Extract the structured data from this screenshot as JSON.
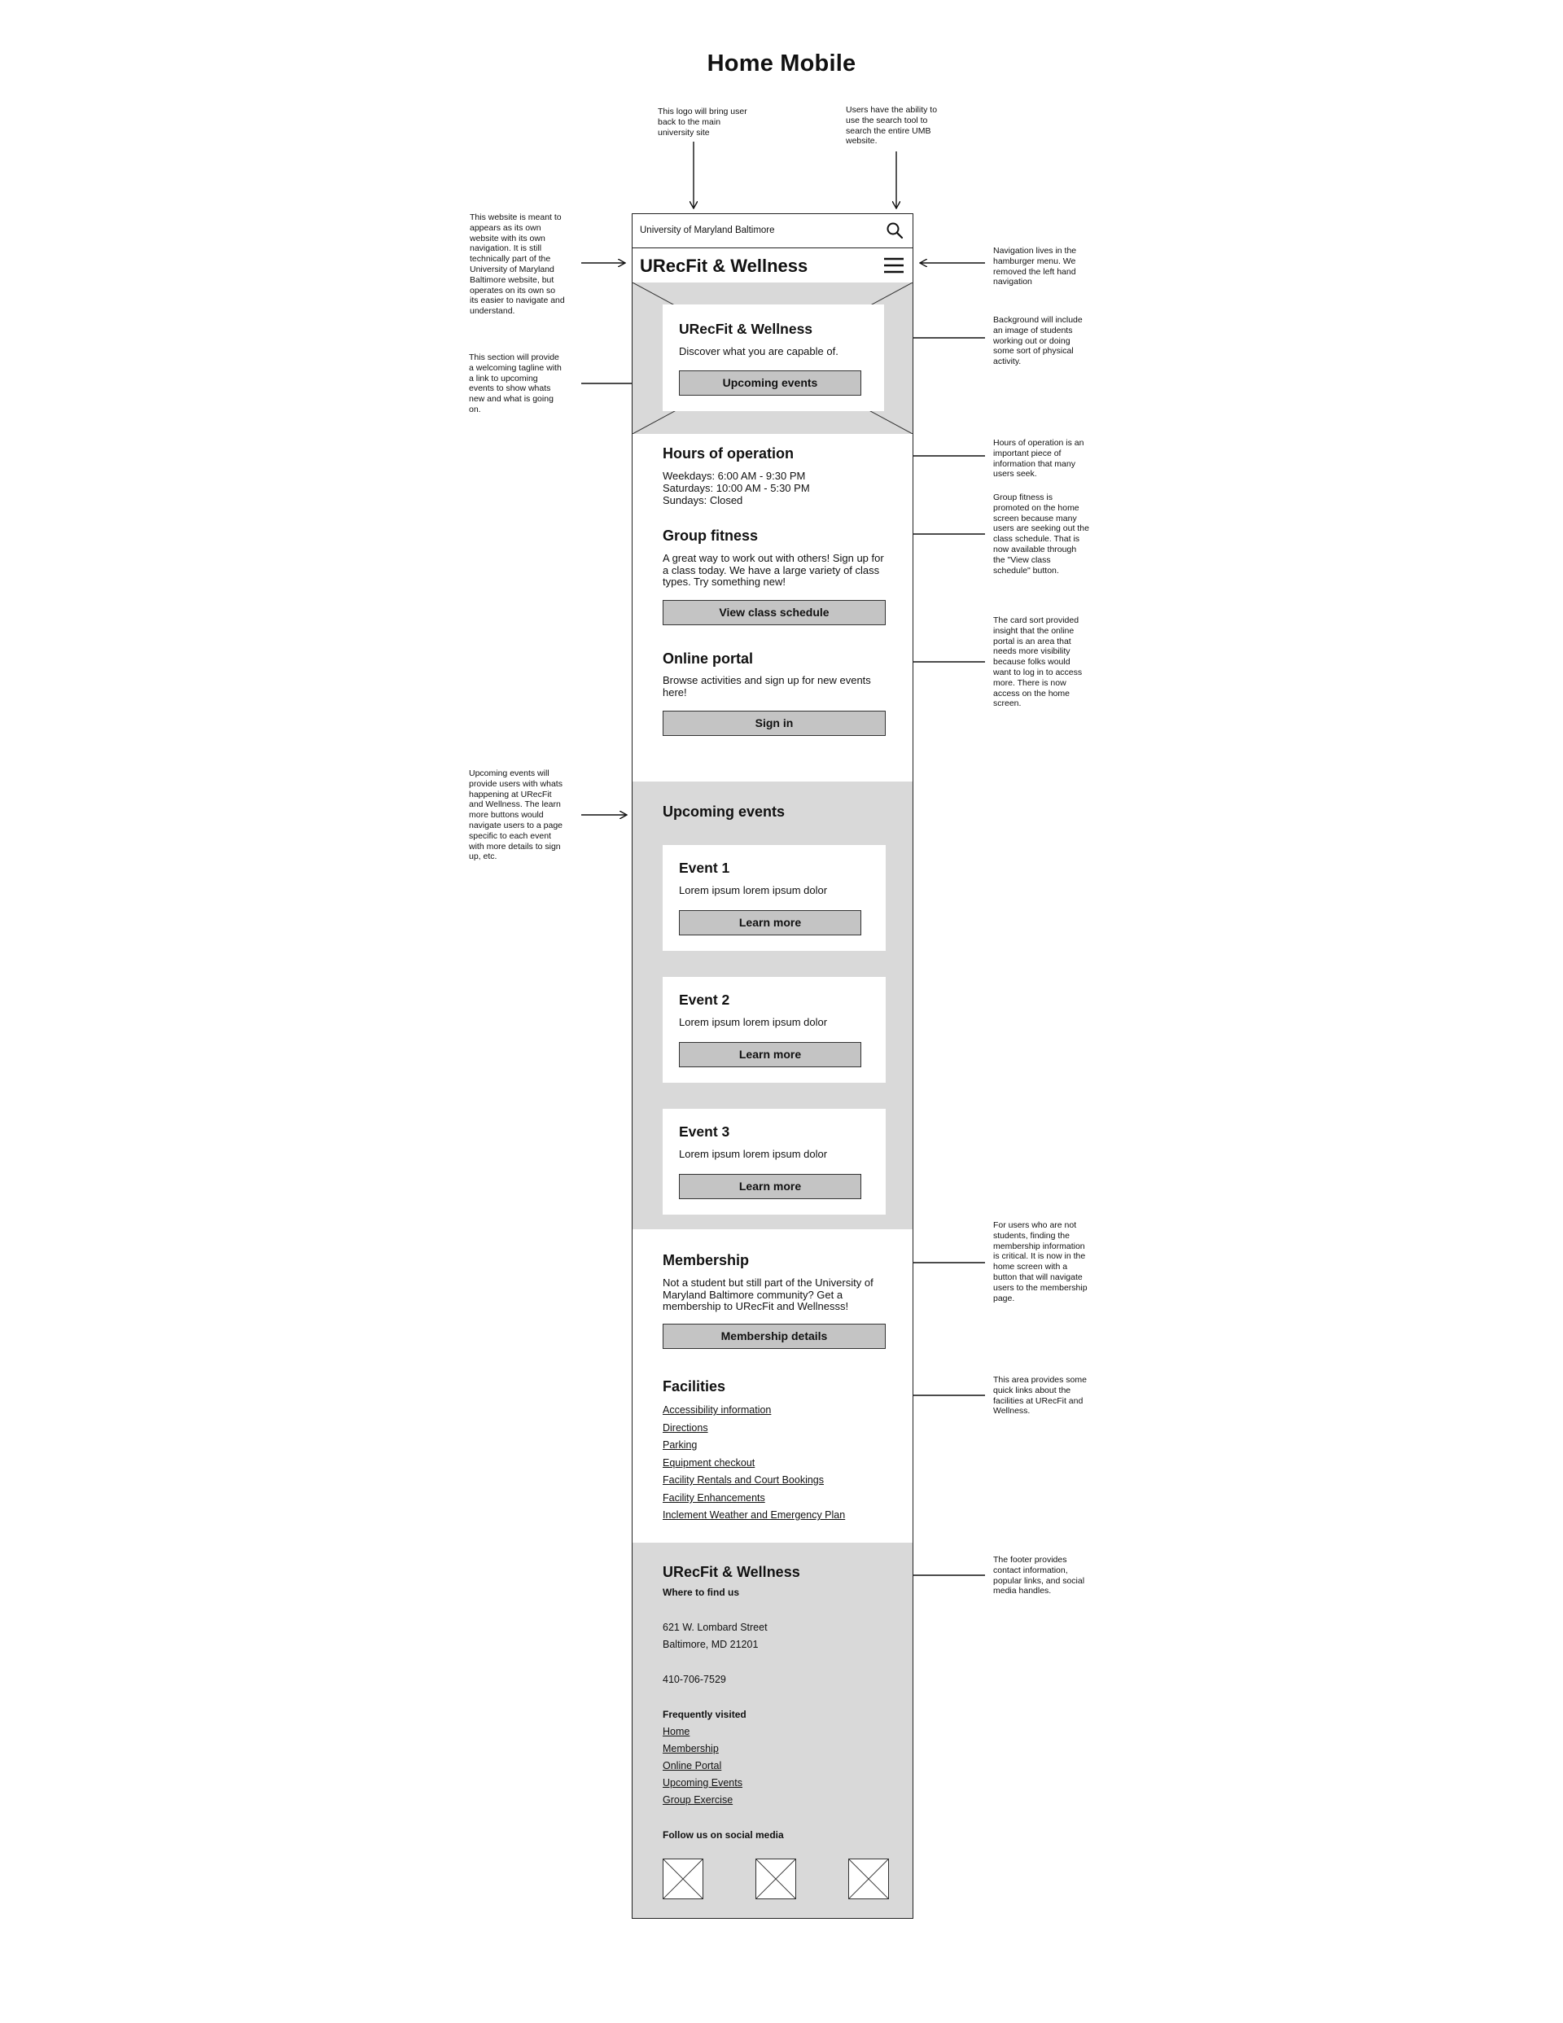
{
  "page_title": "Home Mobile",
  "annotations": {
    "logo": "This logo will bring user\nback to the main\nuniversity site",
    "search": "Users have the ability to\nuse the search tool to\nsearch the entire UMB\nwebsite.",
    "website": "This website is meant to\nappears as its own\nwebsite with its own\nnavigation. It is still\ntechnically part of the\nUniversity of Maryland\nBaltimore website, but\noperates on its own so\nits easier to navigate and\nunderstand.",
    "navigation": "Navigation lives in the\nhamburger menu. We\nremoved the left hand\nnavigation",
    "background": "Background will include\nan image of students\nworking out or doing\nsome sort of physical\nactivity.",
    "tagline": "This section will provide\na welcoming tagline with\na link to upcoming\nevents to show whats\nnew and what is going\non.",
    "hours": "Hours of operation is an\nimportant piece of\ninformation that many\nusers seek.",
    "group_fitness": "Group fitness is\npromoted on the home\nscreen because many\nusers are seeking out the\nclass schedule. That is\nnow available through\nthe \"View class\nschedule\" button.",
    "portal": "The card sort provided\ninsight that the online\nportal is an area that\nneeds more visibility\nbecause folks would\nwant to log in to access\nmore. There is now\naccess on the home\nscreen.",
    "events": "Upcoming events will\nprovide users with whats\nhappening at URecFit\nand Wellness. The learn\nmore buttons would\nnavigate users to a page\nspecific to each event\nwith more details to sign\nup, etc.",
    "membership": "For users who are not\nstudents, finding the\nmembership information\nis critical. It is now in the\nhome screen with a\nbutton that will navigate\nusers to the membership\npage.",
    "facilities": "This area provides some\nquick links about the\nfacilities at URecFit and\nWellness.",
    "footer": "The footer provides\ncontact information,\npopular links, and social\nmedia handles."
  },
  "phone": {
    "university": "University of Maryland Baltimore",
    "brand": "URecFit & Wellness",
    "icons": {
      "search": "search-icon",
      "menu": "hamburger-menu-icon"
    },
    "hero": {
      "title": "URecFit & Wellness",
      "tagline": "Discover what you are capable of.",
      "button": "Upcoming events"
    },
    "hours": {
      "title": "Hours of operation",
      "weekdays": "Weekdays: 6:00 AM - 9:30 PM",
      "saturdays": "Saturdays: 10:00 AM - 5:30 PM",
      "sundays": "Sundays: Closed"
    },
    "group_fitness": {
      "title": "Group fitness",
      "text": "A great way to work out with others! Sign up for a class today. We have a large variety of class types. Try something new!",
      "button": "View class schedule"
    },
    "portal": {
      "title": "Online portal",
      "text": "Browse activities and sign up for new events here!",
      "button": "Sign in"
    },
    "events": {
      "title": "Upcoming events",
      "items": [
        {
          "title": "Event 1",
          "text": "Lorem ipsum lorem ipsum dolor",
          "button": "Learn more"
        },
        {
          "title": "Event 2",
          "text": "Lorem ipsum lorem ipsum dolor",
          "button": "Learn more"
        },
        {
          "title": "Event 3",
          "text": "Lorem ipsum lorem ipsum dolor",
          "button": "Learn more"
        }
      ]
    },
    "membership": {
      "title": "Membership",
      "text": "Not a student but still part of the University of Maryland Baltimore community? Get a membership to URecFit and Wellnesss!",
      "button": "Membership details"
    },
    "facilities": {
      "title": "Facilities",
      "links": [
        "Accessibility information",
        "Directions",
        "Parking",
        "Equipment checkout",
        "Facility Rentals and Court Bookings",
        "Facility Enhancements",
        "Inclement Weather and Emergency Plan"
      ]
    },
    "footer": {
      "title": "URecFit & Wellness",
      "where": "Where to find us",
      "address1": "621 W. Lombard Street",
      "address2": "Baltimore, MD 21201",
      "phone": "410-706-7529",
      "frequent": "Frequently visited",
      "links": [
        "Home",
        "Membership",
        "Online Portal",
        "Upcoming Events",
        "Group Exercise"
      ],
      "social_heading": "Follow us on social media",
      "social_icons": [
        "social-icon-placeholder",
        "social-icon-placeholder",
        "social-icon-placeholder"
      ]
    }
  }
}
